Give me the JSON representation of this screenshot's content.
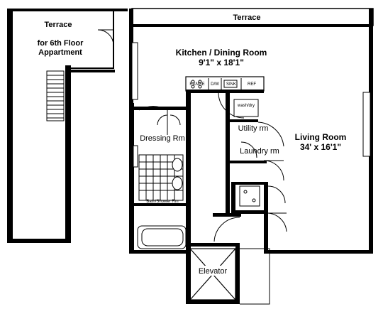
{
  "plan": {
    "left_terrace": {
      "title": "Terrace",
      "subtitle_line1": "for 6th Floor",
      "subtitle_line2": "Appartment"
    },
    "top_terrace": "Terrace",
    "kitchen": {
      "name": "Kitchen / Dining Room",
      "size": "9'1\" x 18'1\""
    },
    "living": {
      "name": "Living Room",
      "size": "34' x 16'1\""
    },
    "dressing": "Dressing Rm",
    "utility": "Utility rm",
    "laundry": "Laundry rm",
    "bath": "Bath/Shower Rm",
    "elevator": "Elevator",
    "appliances": {
      "range": "RANGE",
      "dw": "D/W",
      "sink": "SINK",
      "ref": "REF",
      "washdry": "wash/dry"
    }
  }
}
